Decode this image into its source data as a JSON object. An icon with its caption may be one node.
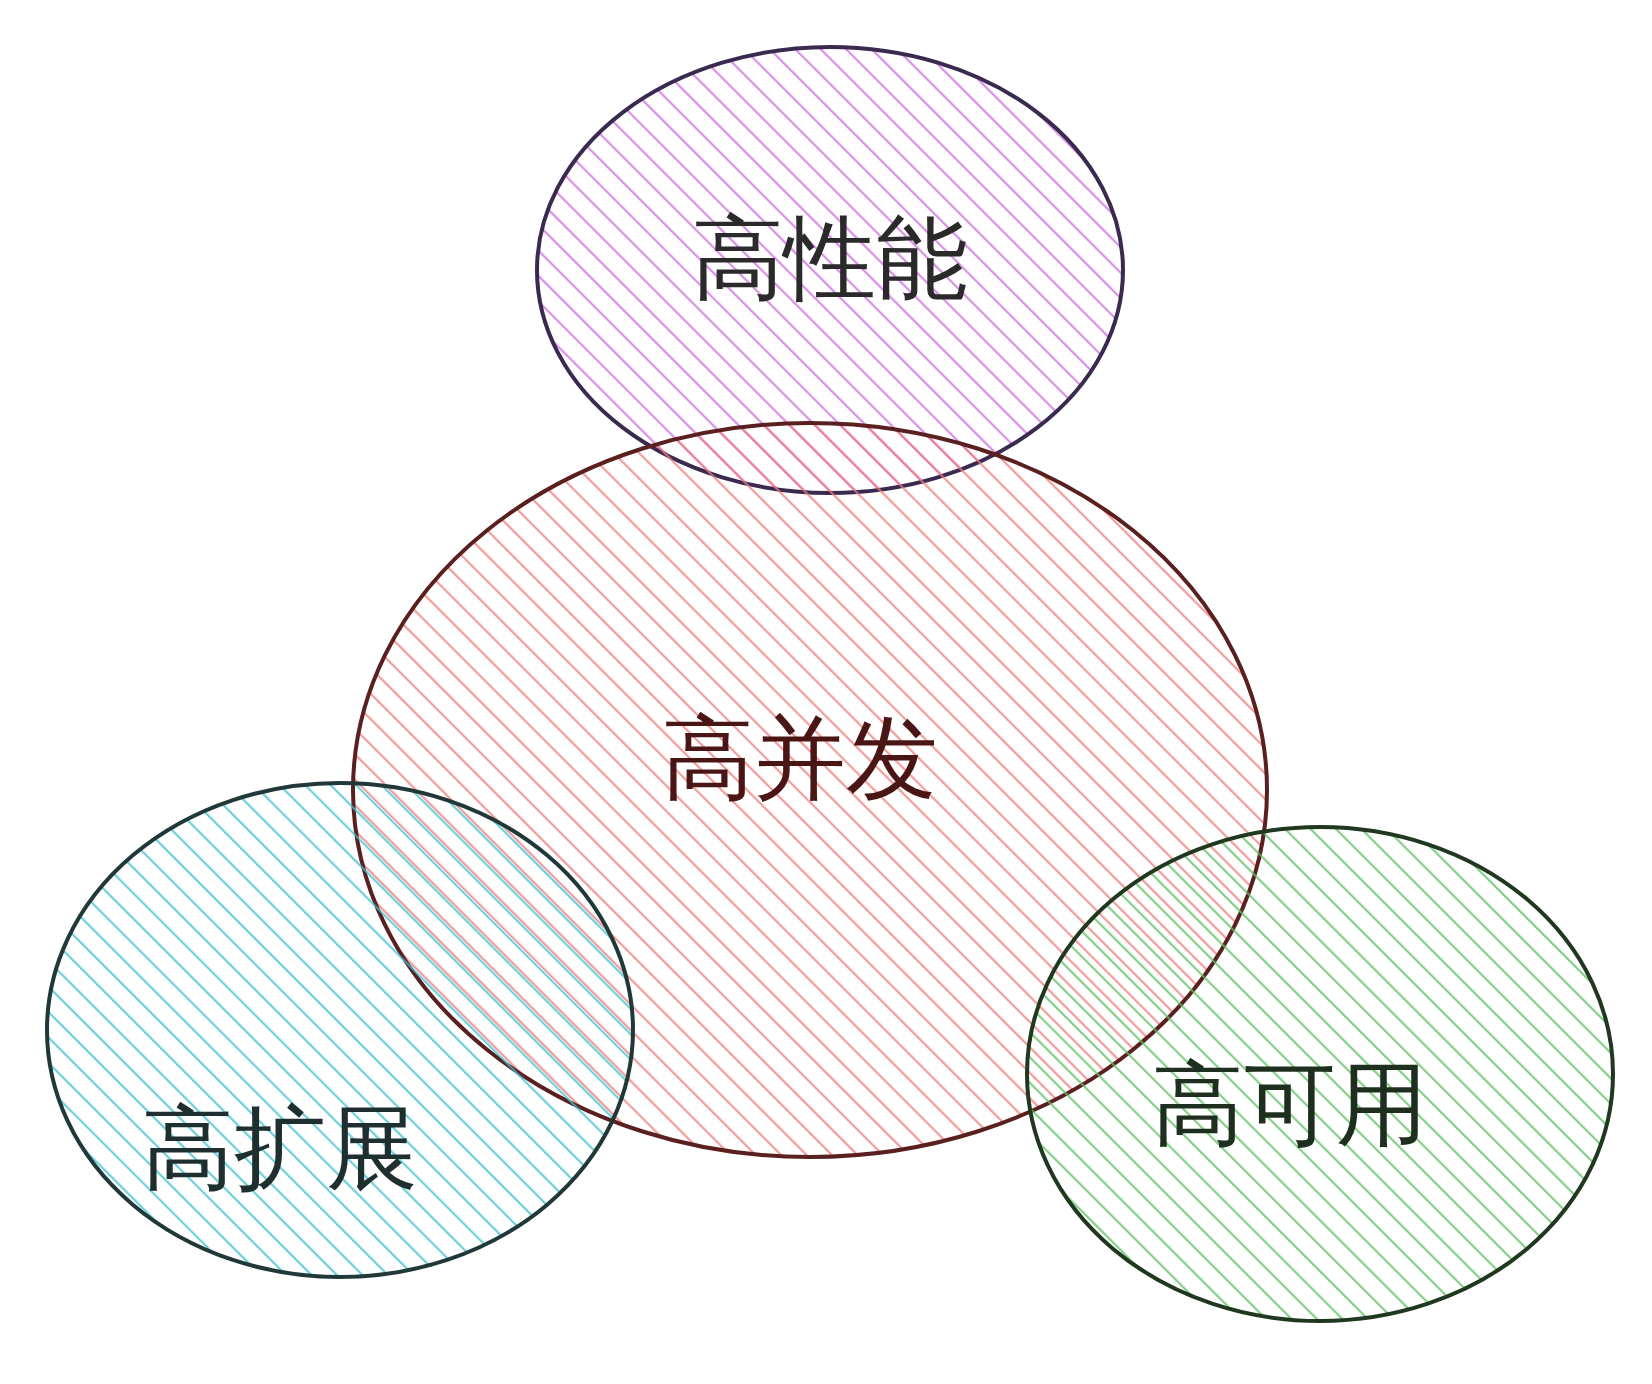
{
  "diagram": {
    "nodes": [
      {
        "text": [
          "高性能"
        ]
      },
      {
        "text": [
          "高并发"
        ]
      },
      {
        "text": [
          "高扩展"
        ]
      },
      {
        "text": [
          "高可用"
        ]
      }
    ]
  }
}
